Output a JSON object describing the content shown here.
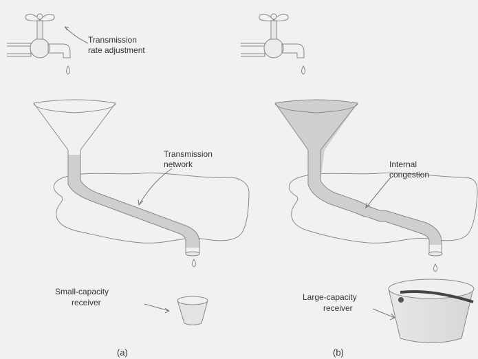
{
  "figure": {
    "panel_a": {
      "faucet_label": [
        "Transmission",
        "rate adjustment"
      ],
      "network_label": [
        "Transmission",
        "network"
      ],
      "receiver_label": [
        "Small-capacity",
        "receiver"
      ],
      "caption": "(a)"
    },
    "panel_b": {
      "congestion_label": [
        "Internal",
        "congestion"
      ],
      "receiver_label": [
        "Large-capacity",
        "receiver"
      ],
      "caption": "(b)"
    }
  }
}
